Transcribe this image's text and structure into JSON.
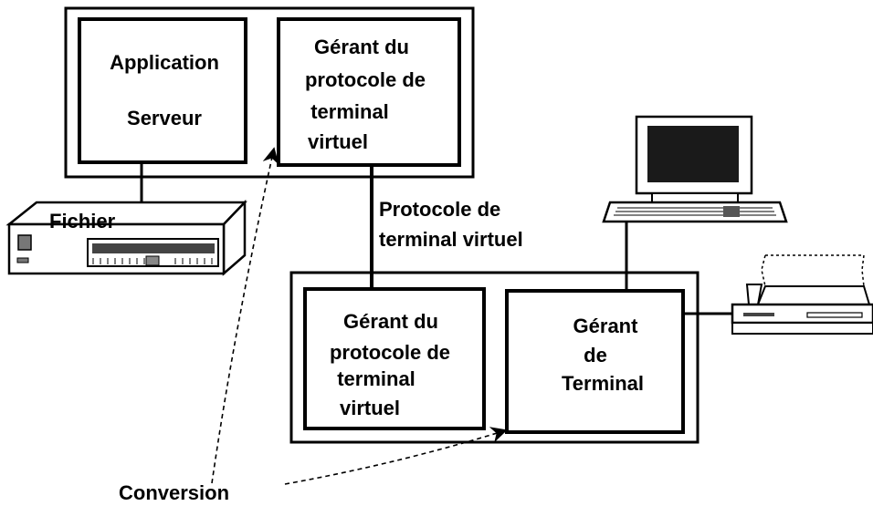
{
  "server_app": {
    "line1": "Application",
    "line2": "Serveur"
  },
  "server_vt_manager": {
    "line1": "Gérant du",
    "line2": "protocole de",
    "line3": "terminal",
    "line4": "virtuel"
  },
  "file_label": "Fichier",
  "protocol_label": {
    "line1": "Protocole de",
    "line2": "terminal virtuel"
  },
  "client_vt_manager": {
    "line1": "Gérant du",
    "line2": "protocole de",
    "line3": "terminal",
    "line4": "virtuel"
  },
  "terminal_manager": {
    "line1": "Gérant",
    "line2": "de",
    "line3": "Terminal"
  },
  "conversion_label": "Conversion",
  "icons": [
    "file-server-icon",
    "computer-terminal-icon",
    "printer-icon"
  ],
  "colors": {
    "stroke": "#000000",
    "background": "#ffffff",
    "screen": "#1a1a1a"
  }
}
